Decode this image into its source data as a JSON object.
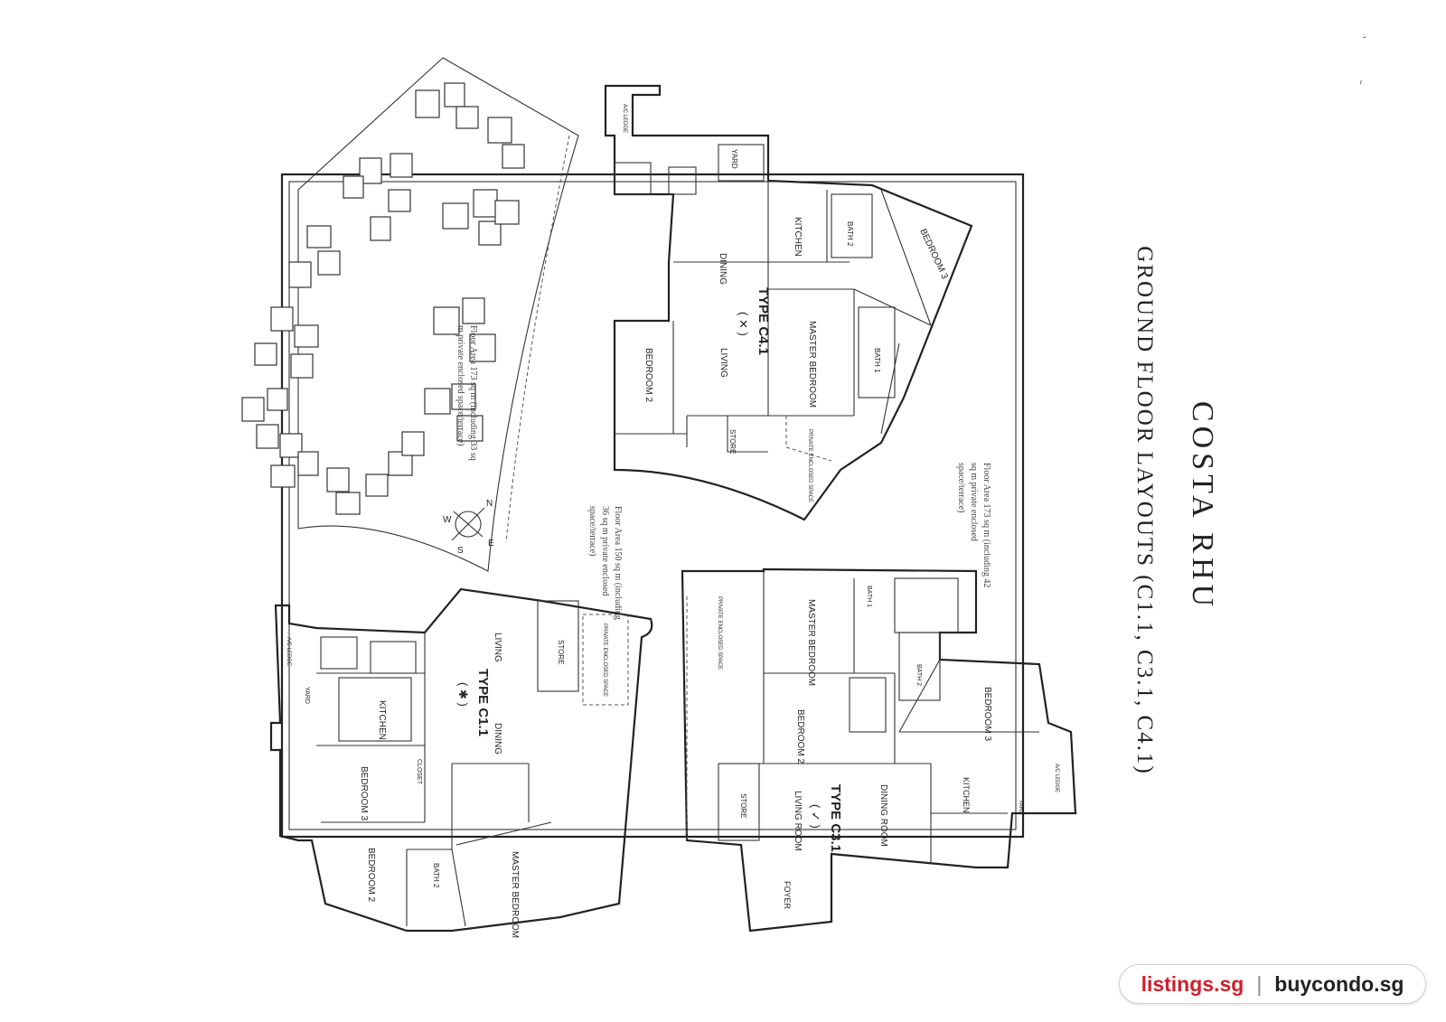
{
  "title": "COSTA RHU",
  "subtitle": "GROUND FLOOR LAYOUTS (C1.1, C3.1, C4.1)",
  "watermark": {
    "brand_primary": "listings.sg",
    "separator": "|",
    "brand_secondary": "buycondo.sg",
    "colors": {
      "primary": "#d11f2b",
      "secondary": "#222222"
    }
  },
  "units": {
    "c41": {
      "type_label": "TYPE C4.1",
      "marker": "( ✕ )",
      "rooms": {
        "kitchen": "KITCHEN",
        "dining": "DINING",
        "living": "LIVING",
        "bedroom2": "BEDROOM 2",
        "bedroom3": "BEDROOM 3",
        "master": "MASTER BEDROOM",
        "bath1": "BATH 1",
        "bath2": "BATH 2",
        "store": "STORE",
        "yard": "YARD",
        "pes": "PRIVATE ENCLOSED SPACE",
        "ac": "A/C LEDGE"
      },
      "area_note": "Floor Area 173 sq m (including 33 sq m private enclosed space/terrace)"
    },
    "c11": {
      "type_label": "TYPE C1.1",
      "marker": "( ✱ )",
      "rooms": {
        "living": "LIVING",
        "dining": "DINING",
        "kitchen": "KITCHEN",
        "bedroom3": "BEDROOM 3",
        "bedroom2": "BEDROOM 2",
        "master": "MASTER BEDROOM",
        "store": "STORE",
        "pes": "PRIVATE ENCLOSED SPACE",
        "bath": "BATH 2",
        "closet": "CLOSET",
        "ac": "A/C LEDGE",
        "yard": "YARD"
      },
      "area_note": "Floor Area 150 sq m (including 36 sq m private enclosed space/terrace)"
    },
    "c31": {
      "type_label": "TYPE C3.1",
      "marker": "( ✓ )",
      "rooms": {
        "master": "MASTER BEDROOM",
        "bedroom2": "BEDROOM 2",
        "bedroom3": "BEDROOM 3",
        "dining": "DINING ROOM",
        "living": "LIVING ROOM",
        "kitchen": "KITCHEN",
        "foyer": "FOYER",
        "store": "STORE",
        "pes": "PRIVATE ENCLOSED SPACE",
        "bath1": "BATH 1",
        "bath2": "BATH 2",
        "ac": "A/C LEDGE",
        "yard": "YARD"
      },
      "area_note": "Floor Area 173 sq m (including 42 sq m private enclosed space/terrace)"
    }
  },
  "site_plan": {
    "compass": {
      "n": "N",
      "e": "E",
      "s": "S",
      "w": "W"
    }
  }
}
